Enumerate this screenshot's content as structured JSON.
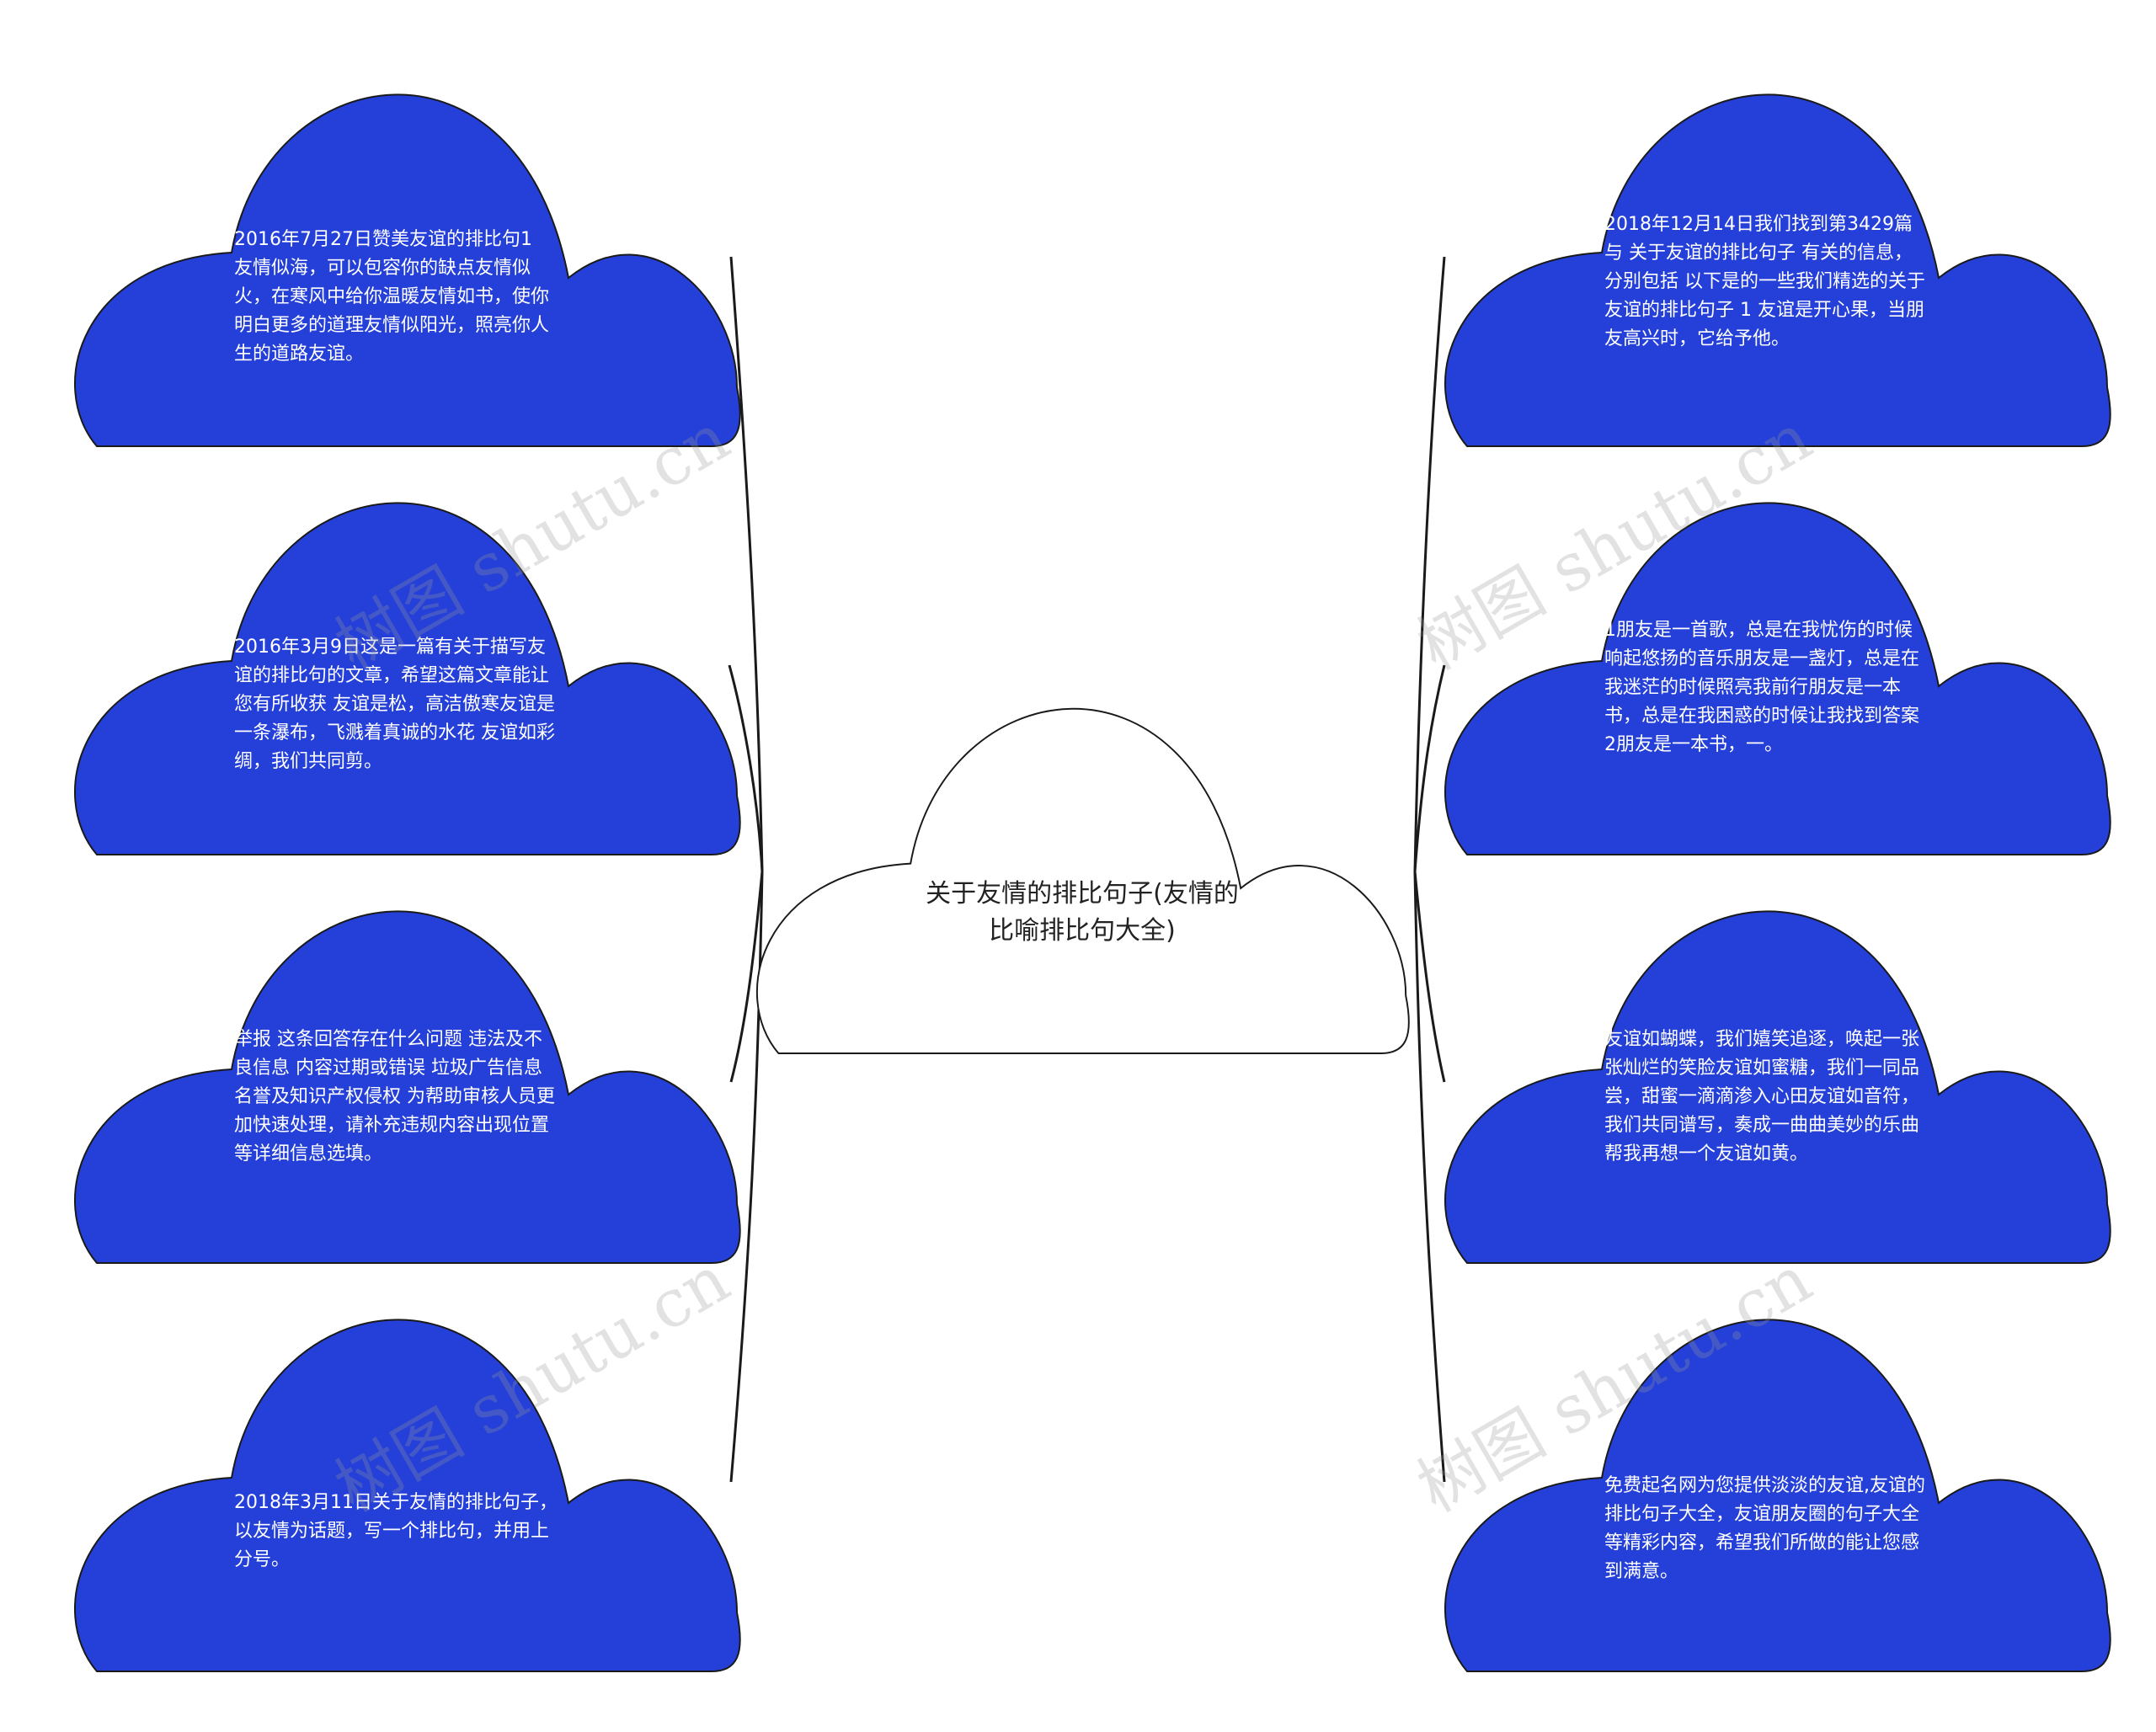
{
  "center": {
    "title": "关于友情的排比句子(友情的比喻排比句大全)"
  },
  "left_nodes": [
    {
      "text": "2016年7月27日赞美友谊的排比句1  友情似海，可以包容你的缺点友情似火，在寒风中给你温暖友情如书，使你明白更多的道理友情似阳光，照亮你人生的道路友谊。"
    },
    {
      "text": "2016年3月9日这是一篇有关于描写友谊的排比句的文章，希望这篇文章能让您有所收获 友谊是松，高洁傲寒友谊是一条瀑布，飞溅着真诚的水花 友谊如彩绸，我们共同剪。"
    },
    {
      "text": "举报 这条回答存在什么问题 违法及不良信息 内容过期或错误 垃圾广告信息 名誉及知识产权侵权 为帮助审核人员更加快速处理，请补充违规内容出现位置等详细信息选填。"
    },
    {
      "text": "2018年3月11日关于友情的排比句子，以友情为话题，写一个排比句，并用上分号。"
    }
  ],
  "right_nodes": [
    {
      "text": "2018年12月14日我们找到第3429篇与 关于友谊的排比句子 有关的信息，分别包括 以下是的一些我们精选的关于友谊的排比句子 1 友谊是开心果，当朋友高兴时，它给予他。"
    },
    {
      "text": "1朋友是一首歌，总是在我忧伤的时候响起悠扬的音乐朋友是一盏灯，总是在我迷茫的时候照亮我前行朋友是一本书，总是在我困惑的时候让我找到答案 2朋友是一本书，一。"
    },
    {
      "text": "友谊如蝴蝶，我们嬉笑追逐，唤起一张张灿烂的笑脸友谊如蜜糖，我们一同品尝，甜蜜一滴滴渗入心田友谊如音符，我们共同谱写，奏成一曲曲美妙的乐曲 帮我再想一个友谊如黄。"
    },
    {
      "text": "免费起名网为您提供淡淡的友谊,友谊的排比句子大全，友谊朋友圈的句子大全等精彩内容，希望我们所做的能让您感到满意。"
    }
  ],
  "watermark": {
    "text": "树图 shutu.cn"
  },
  "colors": {
    "node_fill": "#2540d9",
    "center_fill": "#ffffff",
    "stroke": "#1a1a1a"
  }
}
